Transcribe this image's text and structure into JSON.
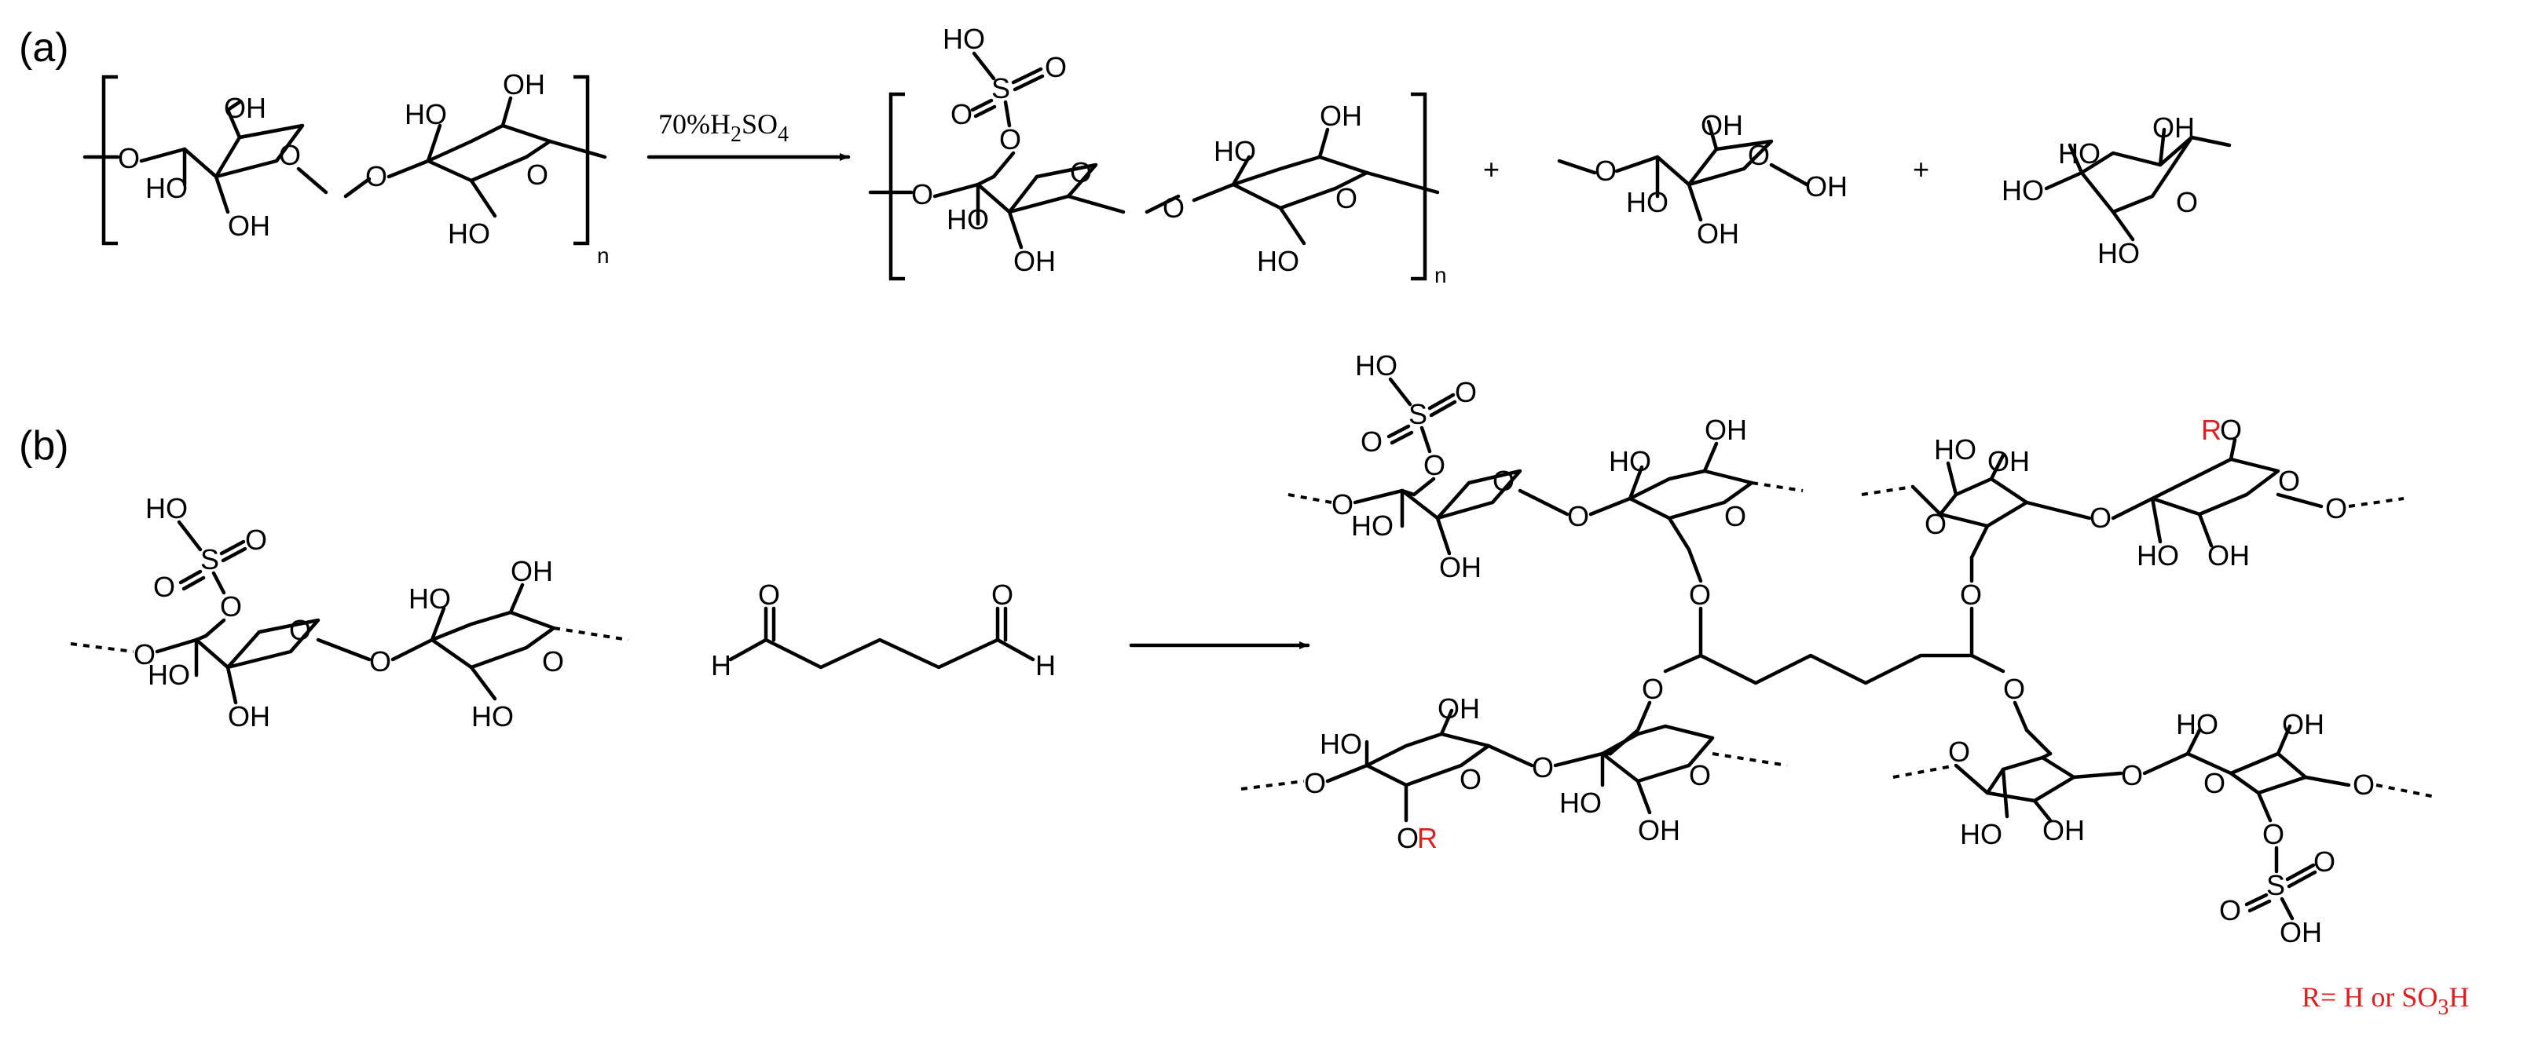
{
  "panels": {
    "a": "(a)",
    "b": "(b)"
  },
  "labels": {
    "oh": "OH",
    "ho": "HO",
    "o": "O",
    "s": "S",
    "h": "H",
    "n": "n",
    "plus": "+",
    "r": "R"
  },
  "reagent": {
    "percent": "70%",
    "acid_h": "H",
    "acid_sub2": "2",
    "acid_so": "SO",
    "acid_sub4": "4"
  },
  "legend": {
    "prefix": "R= H or SO",
    "sub3": "3",
    "suffix": "H"
  },
  "colors": {
    "ink": "#000000",
    "substituent": "#e01e1e"
  }
}
